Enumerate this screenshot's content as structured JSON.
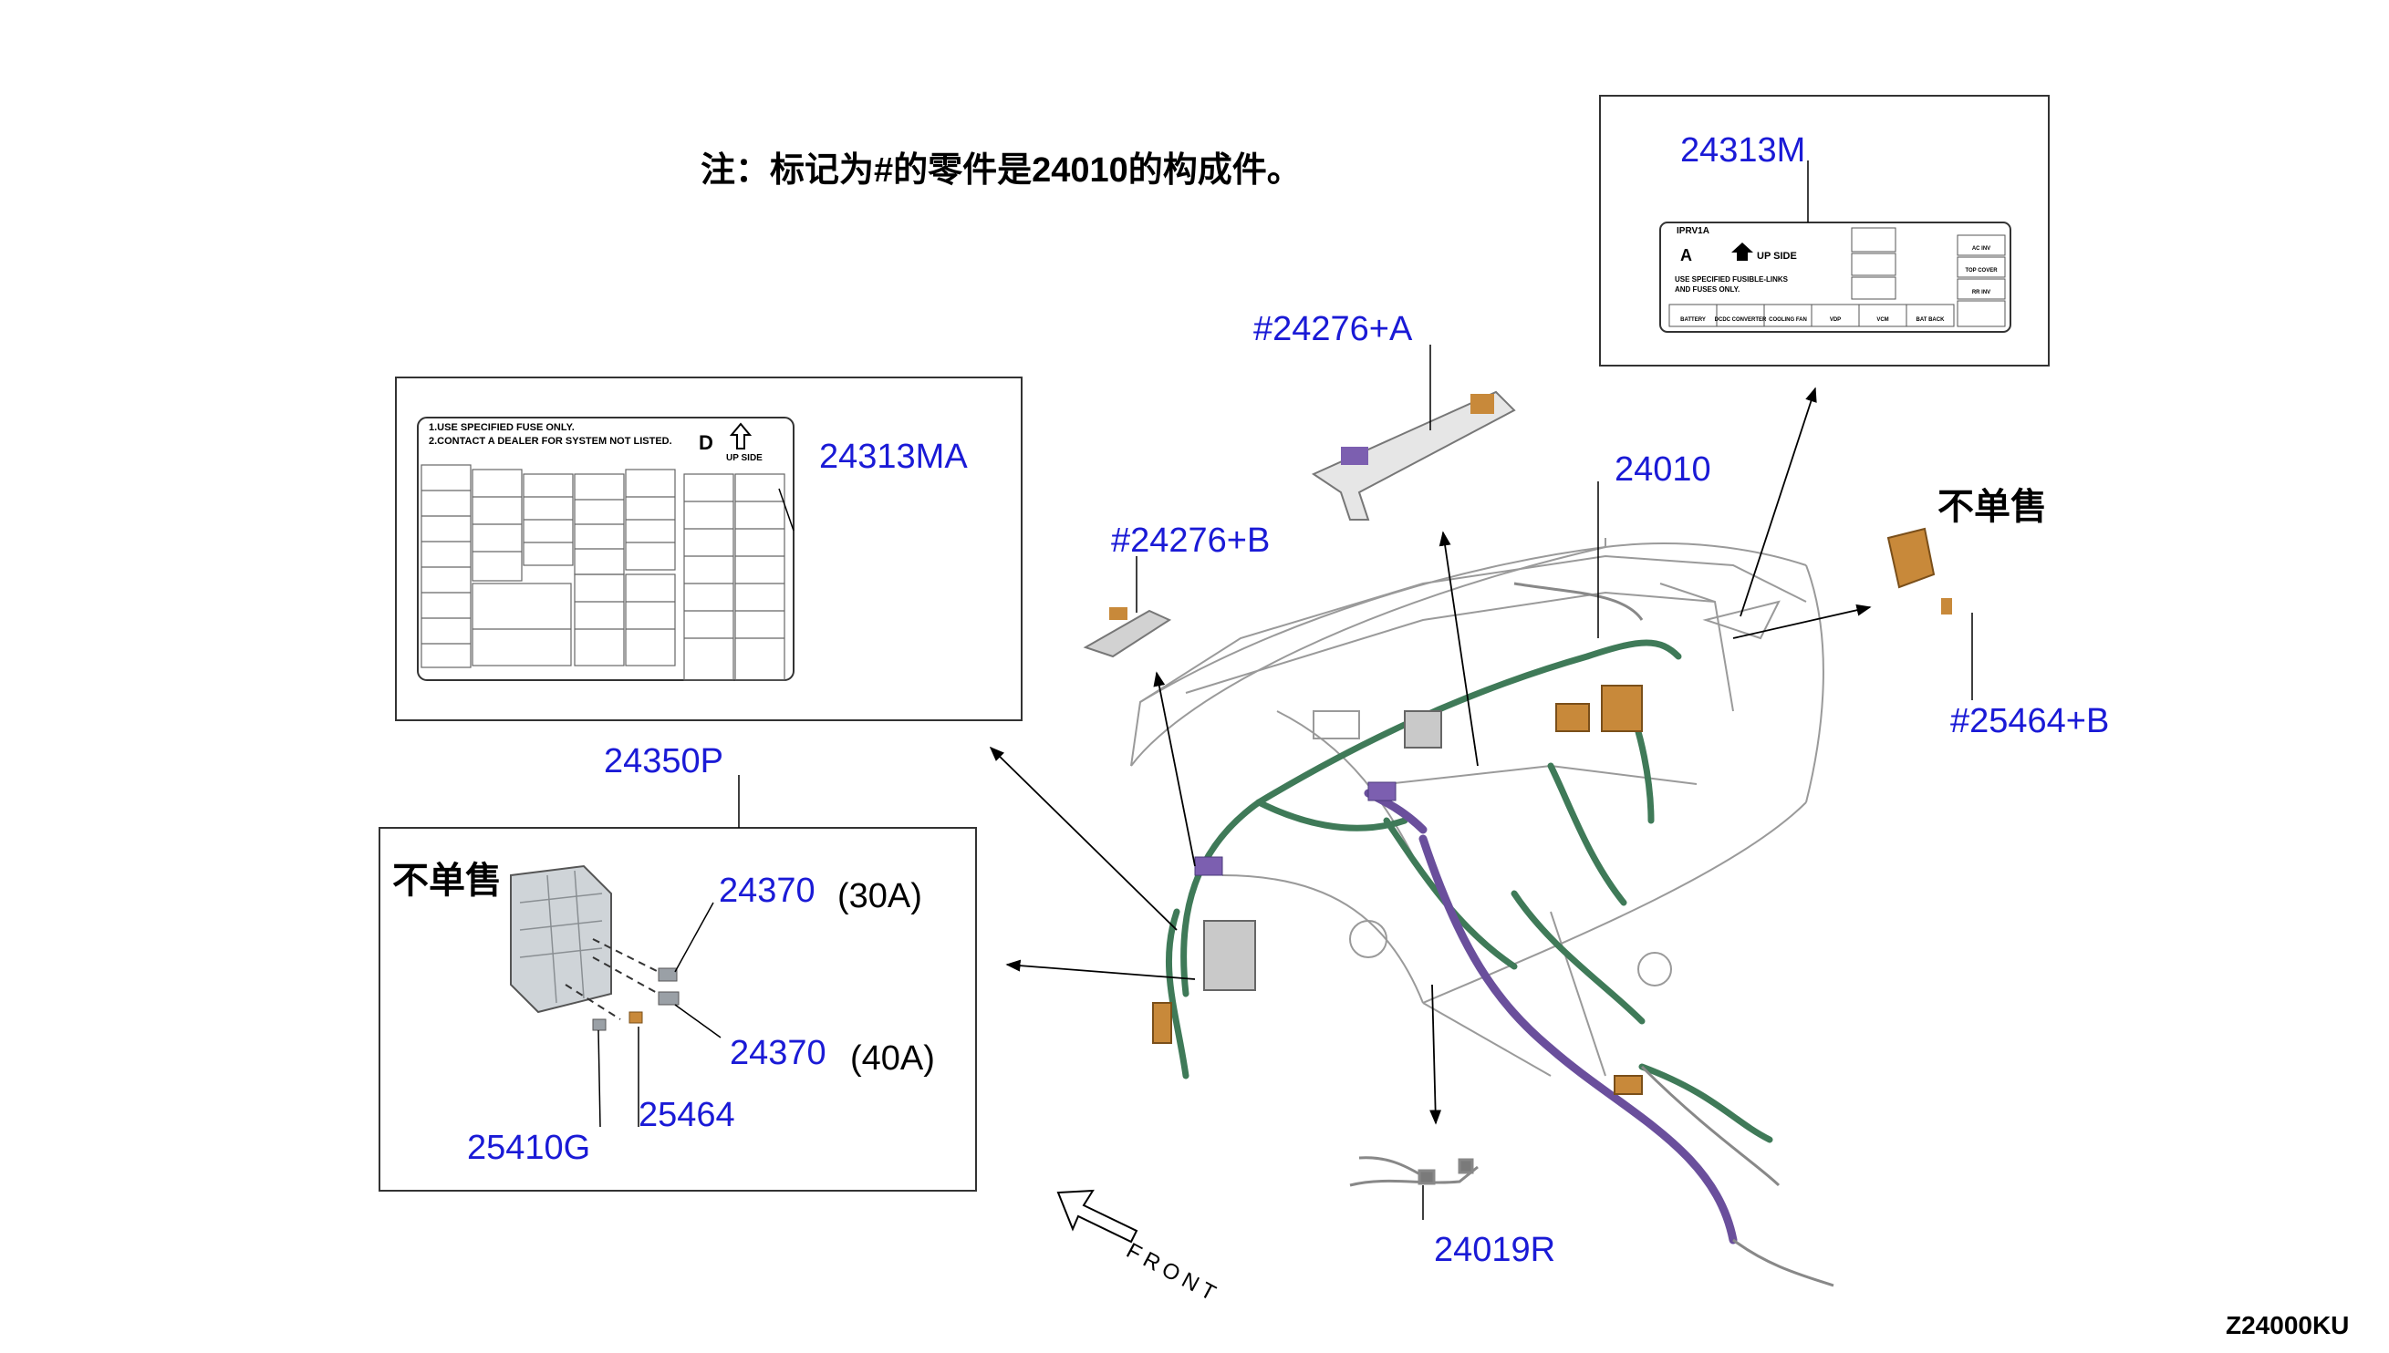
{
  "note": "注：标记为#的零件是24010的构成件。",
  "drawing_code": "Z24000KU",
  "front_text": "FRONT",
  "not_sold_separately": "不单售",
  "labels": {
    "p24313M": "24313M",
    "p24276A": "#24276+A",
    "p24276B": "#24276+B",
    "p24313MA": "24313MA",
    "p24010": "24010",
    "p25464B": "#25464+B",
    "p24350P": "24350P",
    "p24370_1": "24370",
    "amp30": "(30A)",
    "p24370_2": "24370",
    "amp40": "(40A)",
    "p25464": "25464",
    "p25410G": "25410G",
    "p24019R": "24019R"
  },
  "label_24313MA": {
    "line1": "1.USE SPECIFIED FUSE ONLY.",
    "line2": "2.CONTACT A DEALER FOR SYSTEM NOT LISTED.",
    "letter": "D",
    "upside": "UP SIDE"
  },
  "label_24313M": {
    "header": "IPRV1A",
    "letter": "A",
    "upside": "UP SIDE",
    "line1": "USE SPECIFIED FUSIBLE-LINKS",
    "line2": "AND FUSES ONLY.",
    "cells": [
      "BATTERY",
      "DCDC CONVERTER",
      "COOLING FAN",
      "VDP",
      "VCM",
      "BAT BACK"
    ],
    "side_cells": [
      "AC INV",
      "TOP COVER",
      "RR INV"
    ]
  },
  "colors": {
    "ink": "#000000",
    "callout": "#1a1ad6",
    "harness_green": "#3f7a58",
    "harness_purple": "#6a4f9c",
    "connector_orange": "#c8893a"
  }
}
